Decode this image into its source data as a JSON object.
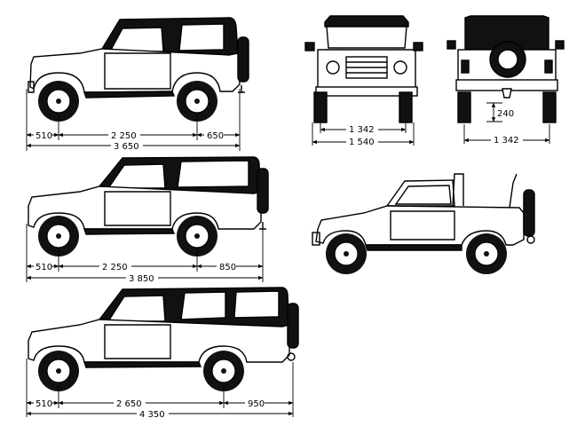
{
  "colors": {
    "ink": "#000000",
    "paper": "#ffffff",
    "roof": "#111111",
    "tire": "#111111"
  },
  "views": {
    "swb_side": {
      "dims": {
        "front_overhang": "510",
        "wheelbase": "2 250",
        "rear_overhang": "650",
        "overall_length": "3 650"
      }
    },
    "front": {
      "dims": {
        "track": "1 342",
        "overall_width": "1 540"
      }
    },
    "rear": {
      "dims": {
        "ground_clearance": "240",
        "track": "1 342"
      }
    },
    "mwb_side": {
      "dims": {
        "front_overhang": "510",
        "wheelbase": "2 250",
        "rear_overhang": "850",
        "overall_length": "3 850"
      }
    },
    "lwb_side": {
      "dims": {
        "front_overhang": "510",
        "wheelbase": "2 650",
        "rear_overhang": "950",
        "overall_length": "4 350"
      }
    }
  }
}
